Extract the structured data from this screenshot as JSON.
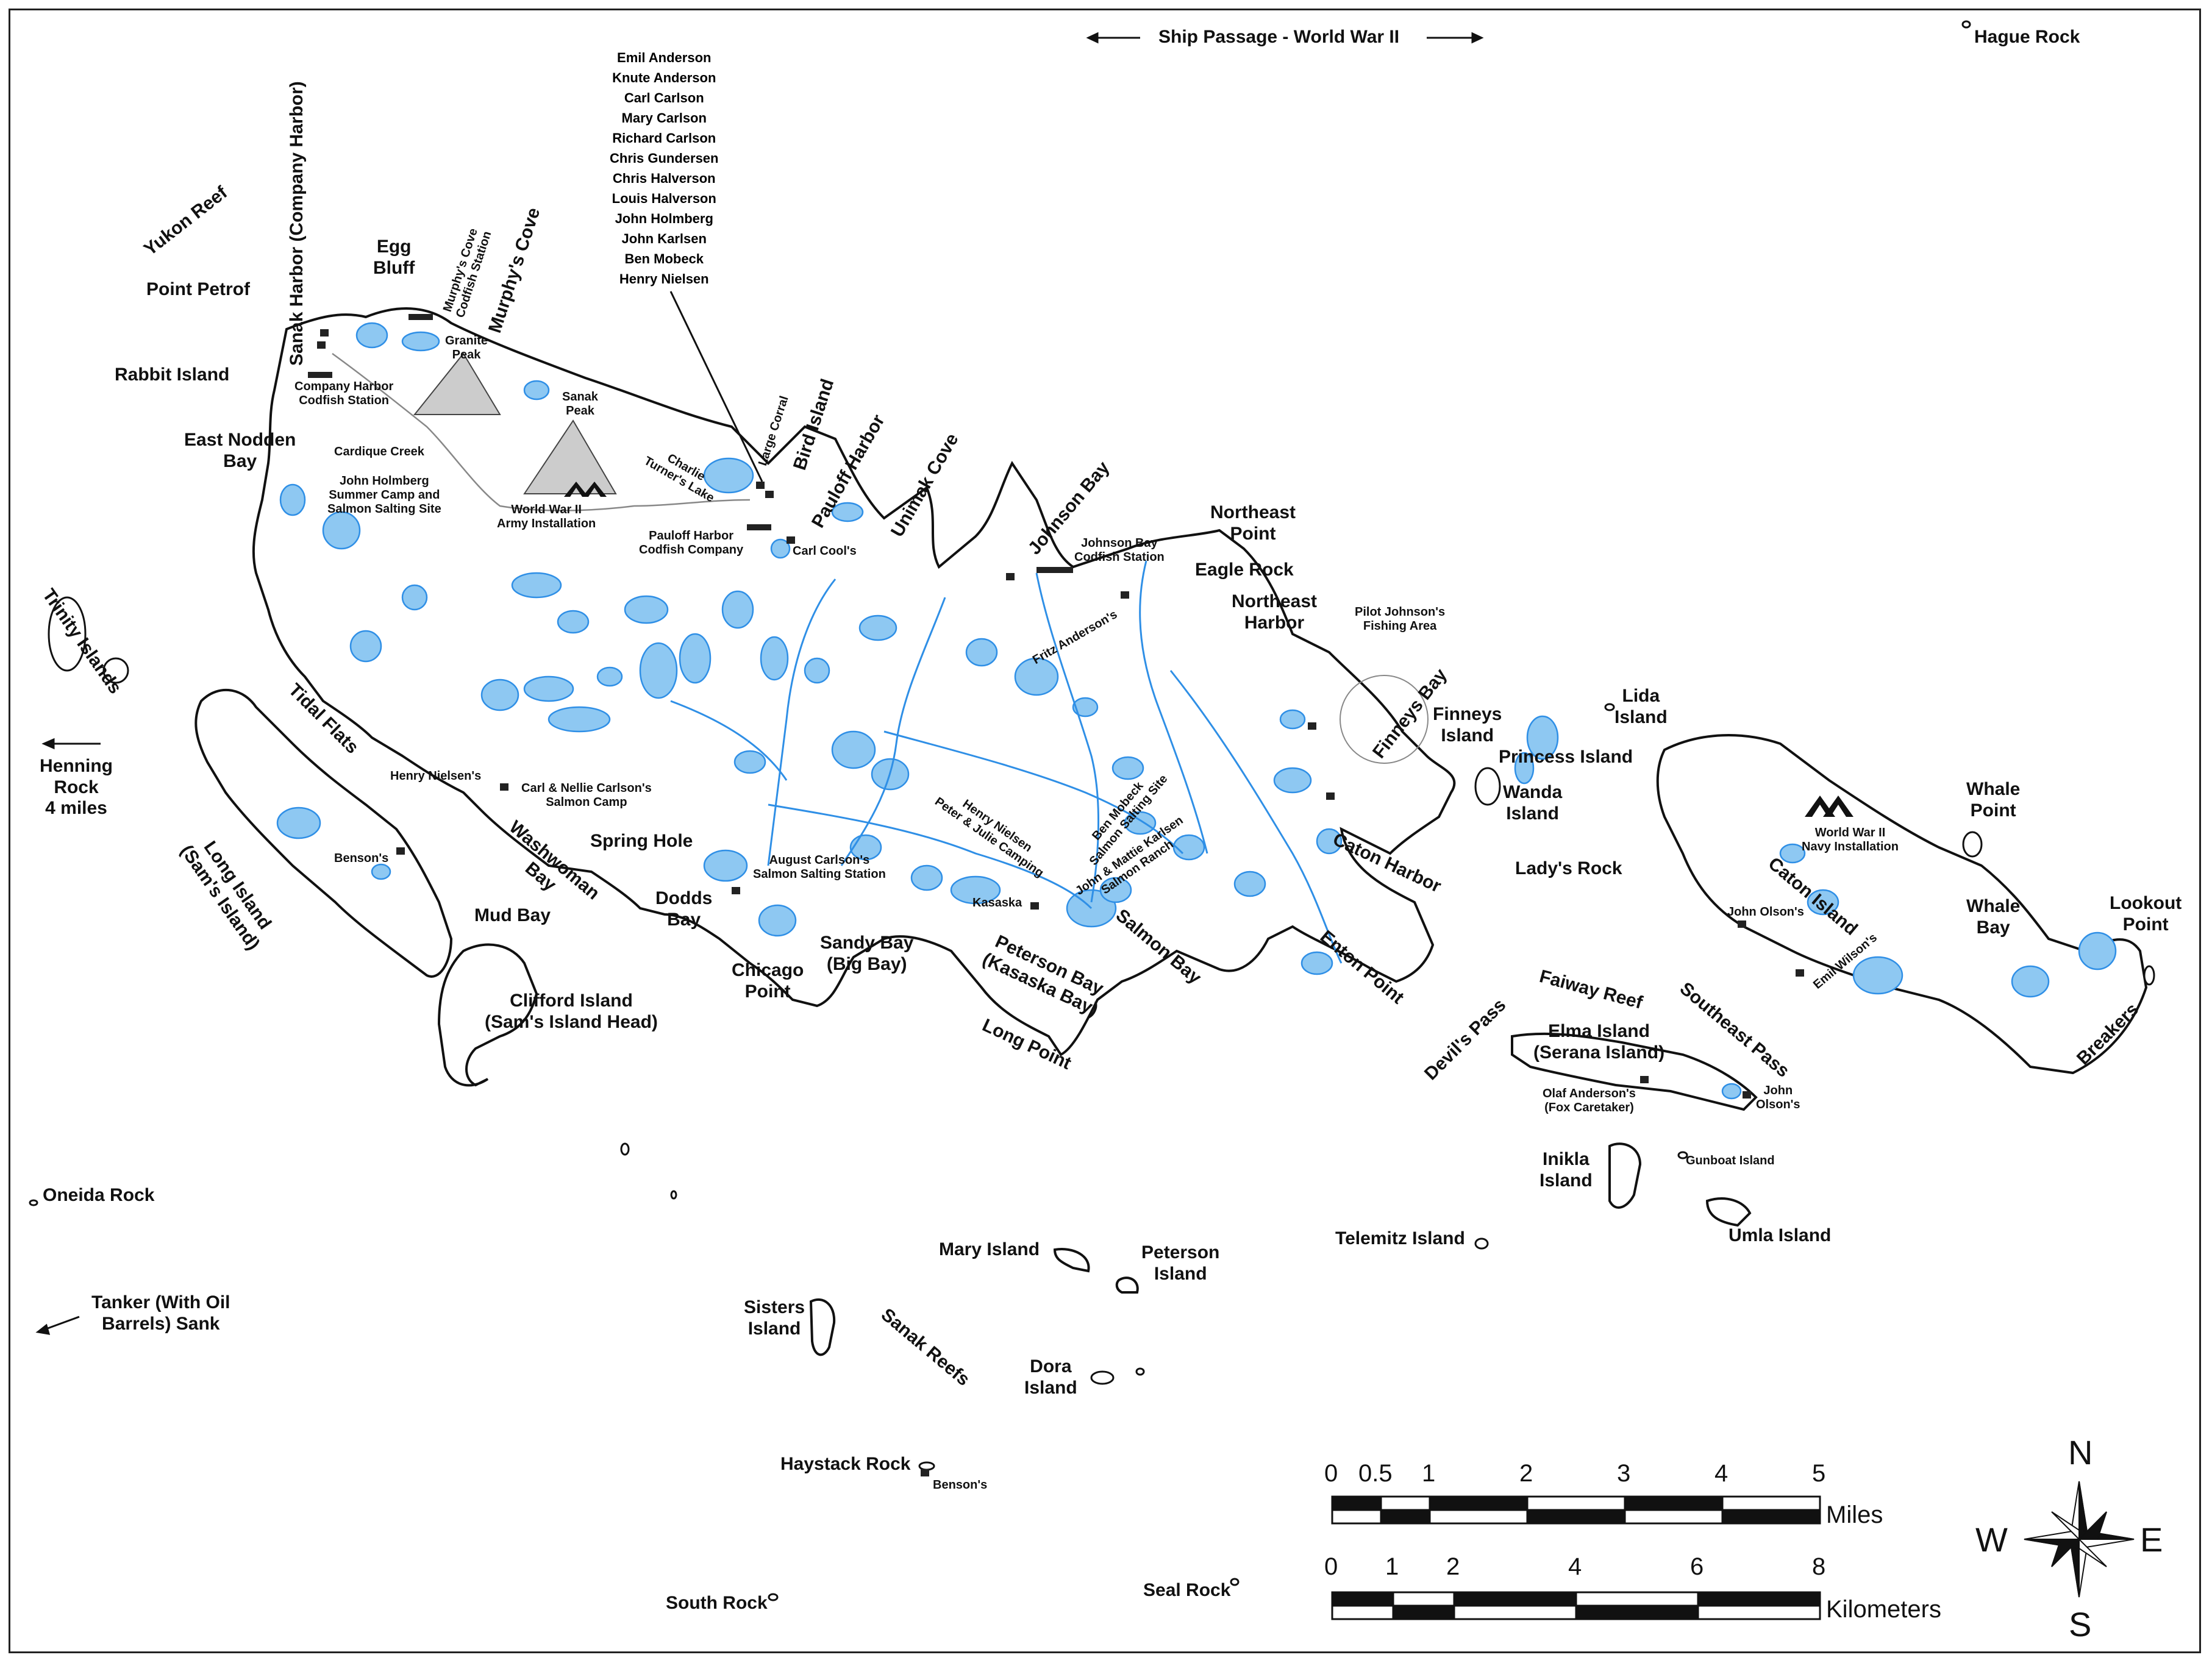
{
  "colors": {
    "land_outline": "#111111",
    "water": "#8ec8f2",
    "water_line": "#2f8fe6",
    "mountain": "#cccccc"
  },
  "top_labels": {
    "ship_passage": "Ship Passage - World War II",
    "hague_rock": "Hague Rock"
  },
  "names_list": [
    "Emil Anderson",
    "Knute Anderson",
    "Carl Carlson",
    "Mary Carlson",
    "Richard Carlson",
    "Chris Gundersen",
    "Chris Halverson",
    "Louis Halverson",
    "John Holmberg",
    "John Karlsen",
    "Ben Mobeck",
    "Henry Nielsen"
  ],
  "labels": {
    "yukon_reef": "Yukon Reef",
    "sanak_harbor": "Sanak Harbor (Company Harbor)",
    "egg_bluff": "Egg\nBluff",
    "murphys_cove_codfish": "Murphy's Cove\nCodfish Station",
    "murphys_cove": "Murphy's Cove",
    "point_petrof": "Point Petrof",
    "rabbit_island": "Rabbit Island",
    "granite_peak": "Granite\nPeak",
    "company_harbor_codfish": "Company Harbor\nCodfish Station",
    "sanak_peak": "Sanak\nPeak",
    "east_nodden_bay": "East Nodden\nBay",
    "cardique_creek": "Cardique Creek",
    "john_holmberg_camp": "John Holmberg\nSummer Camp and\nSalmon Salting Site",
    "ww2_army": "World War II\nArmy Installation",
    "charlie_turners_lake": "Charlie\nTurner's Lake",
    "large_corral": "Large Corral",
    "bird_island": "Bird Island",
    "pauloff_harbor": "Pauloff Harbor",
    "pauloff_harbor_codfish": "Pauloff Harbor\nCodfish Company",
    "carl_cools": "Carl Cool's",
    "unimak_cove": "Unimak Cove",
    "johnson_bay": "Johnson Bay",
    "johnson_bay_codfish": "Johnson Bay\nCodfish Station",
    "northeast_point": "Northeast\nPoint",
    "eagle_rock": "Eagle Rock",
    "northeast_harbor": "Northeast\nHarbor",
    "fritz_andersons": "Fritz Anderson's",
    "pilot_johnsons": "Pilot Johnson's\nFishing Area",
    "finneys_bay": "Finneys Bay",
    "finneys_island": "Finneys\nIsland",
    "lida_island": "Lida\nIsland",
    "princess_island": "Princess Island",
    "wanda_island": "Wanda\nIsland",
    "whale_point": "Whale\nPoint",
    "ww2_navy": "World War II\nNavy Installation",
    "caton_harbor": "Caton Harbor",
    "ladys_rock": "Lady's Rock",
    "caton_island": "Caton Island",
    "whale_bay": "Whale\nBay",
    "lookout_point": "Lookout\nPoint",
    "john_olsons_1": "John Olson's",
    "emil_wilsons": "Emil Wilson's",
    "breakers": "Breakers",
    "trinity_islands": "Trinity Islands",
    "henning_rock": "Henning\nRock\n4 miles",
    "tidal_flats": "Tidal Flats",
    "henry_nielsens": "Henry Nielsen's",
    "carl_nellie": "Carl & Nellie Carlson's\nSalmon Camp",
    "washwoman_bay": "Washwoman\nBay",
    "spring_hole": "Spring Hole",
    "bensons_1": "Benson's",
    "long_island": "Long Island\n(Sam's Island)",
    "mud_bay": "Mud Bay",
    "dodds_bay": "Dodds\nBay",
    "august_carlson": "August Carlson's\nSalmon Salting Station",
    "henry_nielsen_peter": "Henry Nielsen\nPeter & Julie Camping",
    "ben_mobeck": "Ben Mobeck\nSalmon Salting Site",
    "john_mattie": "John & Mattie Karlsen\nSalmon Ranch",
    "kasaska": "Kasaska",
    "clifford_island": "Clifford Island\n(Sam's Island Head)",
    "chicago_point": "Chicago\nPoint",
    "sandy_bay": "Sandy Bay\n(Big Bay)",
    "peterson_bay": "Peterson Bay\n(Kasaska Bay)",
    "long_point": "Long Point",
    "salmon_bay": "Salmon Bay",
    "enton_point": "Enton Point",
    "devils_pass": "Devil's Pass",
    "faiway_reef": "Faiway Reef",
    "southeast_pass": "Southeast Pass",
    "elma_island": "Elma Island\n(Serana Island)",
    "olaf_andersons": "Olaf Anderson's\n(Fox Caretaker)",
    "john_olsons_2": "John\nOlson's",
    "inikla_island": "Inikla\nIsland",
    "gunboat_island": "Gunboat Island",
    "umla_island": "Umla Island",
    "telemitz_island": "Telemitz Island",
    "oneida_rock": "Oneida Rock",
    "mary_island": "Mary Island",
    "peterson_island": "Peterson\nIsland",
    "tanker": "Tanker (With Oil\nBarrels) Sank",
    "sisters_island": "Sisters\nIsland",
    "sanak_reefs": "Sanak Reefs",
    "dora_island": "Dora\nIsland",
    "haystack_rock": "Haystack Rock",
    "bensons_2": "Benson's",
    "south_rock": "South Rock",
    "seal_rock": "Seal Rock"
  },
  "scale_bar": {
    "miles_ticks": [
      "0",
      "0.5",
      "1",
      "2",
      "3",
      "4",
      "5"
    ],
    "miles_unit": "Miles",
    "km_ticks": [
      "0",
      "1",
      "2",
      "4",
      "6",
      "8"
    ],
    "km_unit": "Kilometers"
  },
  "compass": {
    "n": "N",
    "s": "S",
    "e": "E",
    "w": "W"
  }
}
